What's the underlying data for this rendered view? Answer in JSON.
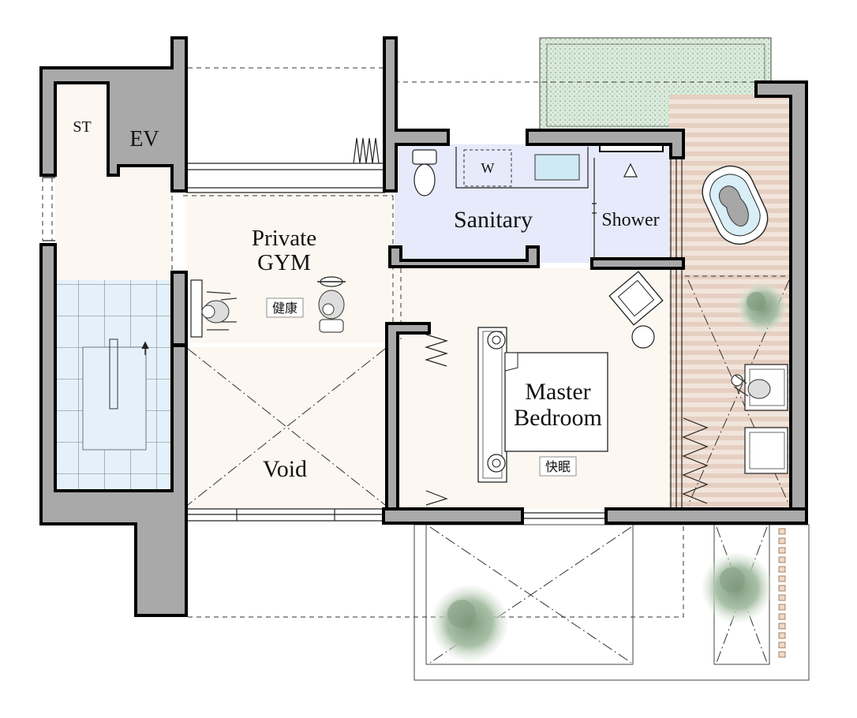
{
  "rooms": {
    "storage": "ST",
    "elevator": "EV",
    "gym_line1": "Private",
    "gym_line2": "GYM",
    "gym_tag": "健康",
    "sanitary": "Sanitary",
    "washer": "W",
    "shower": "Shower",
    "bedroom_line1": "Master",
    "bedroom_line2": "Bedroom",
    "bedroom_tag": "快眠",
    "void": "Void"
  },
  "colors": {
    "wall": "#a9a9a9",
    "elevator": "#8f99c9",
    "sanitary": "#e6eafa",
    "floor": "#fcf8f1",
    "stairs": "#e4f1fa",
    "deck": "#e8d3c6",
    "green_roof": "#cfe3d2"
  }
}
